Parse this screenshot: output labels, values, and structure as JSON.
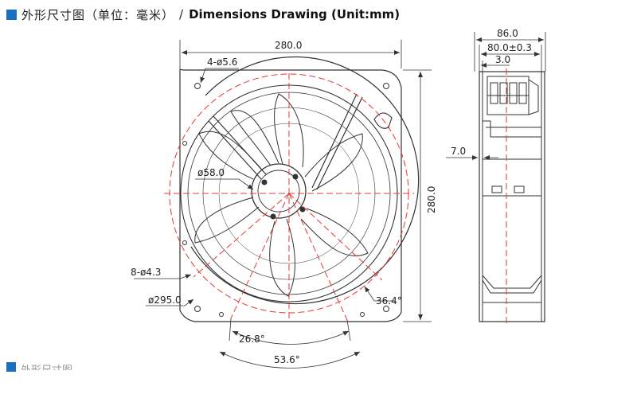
{
  "header": {
    "title_cn": "外形尺寸图（单位：毫米）",
    "separator": "/",
    "title_en": "Dimensions Drawing (Unit:mm)"
  },
  "footer_heading_cn": "外形尺寸图",
  "front_view": {
    "width": "280.0",
    "height": "280.0",
    "holes_top": "4-ø5.6",
    "hub_diameter": "ø58.0",
    "holes_bottom": "8-ø4.3",
    "outer_diameter": "ø295.0",
    "angle_right": "36.4°",
    "angle_inner": "26.8°",
    "angle_outer": "53.6°"
  },
  "side_view": {
    "depth_total": "86.0",
    "depth_frame": "80.0±0.3",
    "flange": "3.0",
    "offset": "7.0"
  },
  "colors": {
    "accent": "#1a6fc0",
    "centerline": "#e53935",
    "line": "#333333"
  }
}
